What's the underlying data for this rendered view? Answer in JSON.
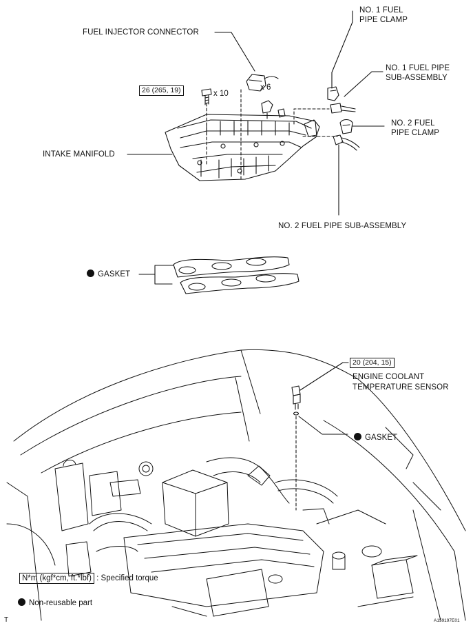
{
  "labels": {
    "fuel_injector_connector": "FUEL INJECTOR CONNECTOR",
    "no1_fuel_pipe_clamp": [
      "NO. 1 FUEL",
      "PIPE CLAMP"
    ],
    "no1_fuel_pipe_sub_assembly": [
      "NO. 1 FUEL PIPE",
      "SUB-ASSEMBLY"
    ],
    "no2_fuel_pipe_clamp": [
      "NO. 2 FUEL",
      "PIPE CLAMP"
    ],
    "intake_manifold": "INTAKE MANIFOLD",
    "no2_fuel_pipe_sub_assembly": "NO. 2 FUEL PIPE SUB-ASSEMBLY",
    "gasket_manifold": "GASKET",
    "engine_coolant_temperature_sensor": [
      "ENGINE COOLANT",
      "TEMPERATURE SENSOR"
    ],
    "gasket_sensor": "GASKET"
  },
  "torques": {
    "manifold_bolt": "26 (265, 19)",
    "coolant_sensor": "20 (204, 15)"
  },
  "quantities": {
    "bolts": "x 10",
    "injector_connectors": "x 6"
  },
  "legend": {
    "torque_unit": "N*m (kgf*cm, ft.*lbf)",
    "torque_desc": ": Specified torque",
    "non_reusable": "Non-reusable part"
  },
  "footer": {
    "left_mark": "T",
    "figure_code": "A159197E01"
  },
  "colors": {
    "ink": "#111111",
    "paper": "#ffffff"
  }
}
